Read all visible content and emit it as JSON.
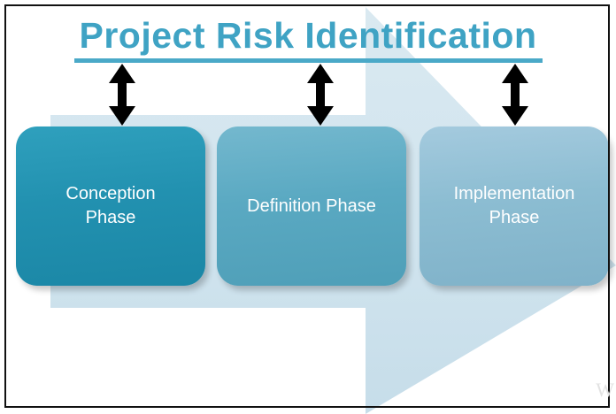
{
  "diagram": {
    "title": "Project  Risk  Identification",
    "title_color": "#3fa3c4",
    "underline_color": "#4aa9c8",
    "background_shape": {
      "name": "right-pointing-arrow",
      "fill": "#cfe3ed"
    },
    "watermark": "W",
    "phases": [
      {
        "label": "Conception\nPhase",
        "color": "#2291b0",
        "connector": "double-headed-vertical-arrow"
      },
      {
        "label": "Definition Phase",
        "color": "#5aa9c2",
        "connector": "double-headed-vertical-arrow"
      },
      {
        "label": "Implementation\nPhase",
        "color": "#8cbdd2",
        "connector": "double-headed-vertical-arrow"
      }
    ]
  }
}
